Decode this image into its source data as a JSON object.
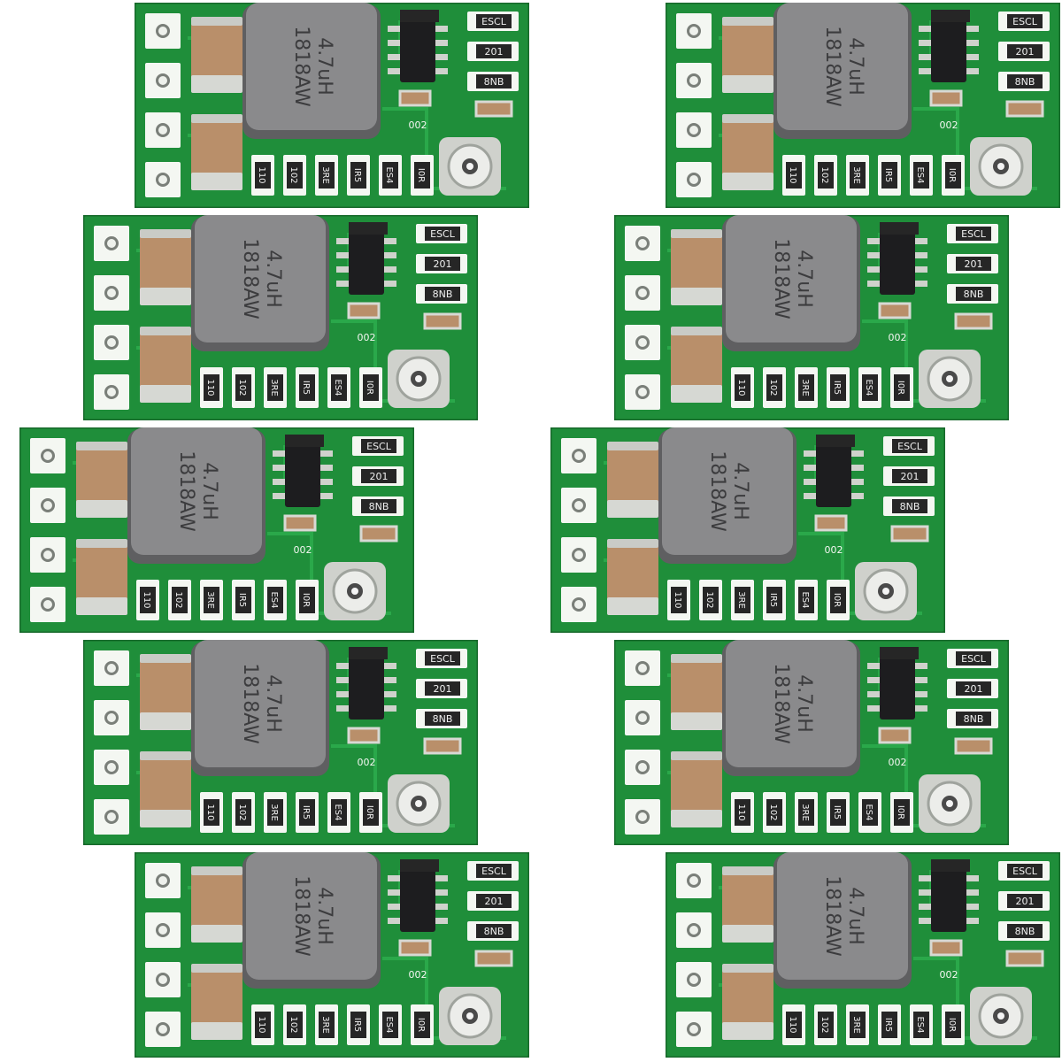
{
  "photo": {
    "subject": "",
    "background_color": "#ffffff"
  },
  "colors": {
    "pcb": "#1f8e3a",
    "pcb_edge": "#17692b",
    "trace": "#2aa84a",
    "silk": "#f4f7f2",
    "pad": "#d9dcd6",
    "inductor": "#8a8a8c",
    "inductor_dark": "#5f5f61",
    "capacitor": "#b98f6a",
    "ic": "#1d1d1f",
    "resistor": "#262626"
  },
  "inductor": {
    "line1": "4.7uH",
    "line2": "1818AW"
  },
  "markings": {
    "top_right": [
      "ESCL",
      "201",
      "8NB"
    ],
    "bottom_row": [
      "110",
      "102",
      "3RE",
      "IR5",
      "ES4",
      "I0R"
    ],
    "ic_bottom": "002"
  },
  "boards": [
    {
      "id": "board-1"
    },
    {
      "id": "board-2"
    },
    {
      "id": "board-3"
    },
    {
      "id": "board-4"
    },
    {
      "id": "board-5"
    },
    {
      "id": "board-6"
    },
    {
      "id": "board-7"
    },
    {
      "id": "board-8"
    },
    {
      "id": "board-9"
    },
    {
      "id": "board-10"
    }
  ]
}
